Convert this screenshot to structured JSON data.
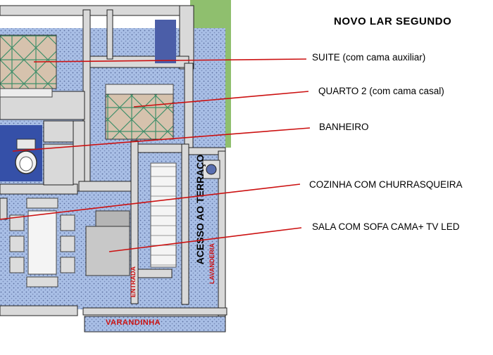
{
  "title": "NOVO LAR SEGUNDO",
  "callouts": [
    {
      "id": "suite",
      "text": "SUITE (com cama auxiliar)"
    },
    {
      "id": "quarto2",
      "text": "QUARTO 2 (com cama casal)"
    },
    {
      "id": "banheiro",
      "text": "BANHEIRO"
    },
    {
      "id": "cozinha",
      "text": "COZINHA COM CHURRASQUEIRA"
    },
    {
      "id": "sala",
      "text": "SALA COM SOFA CAMA+ TV LED"
    }
  ],
  "floor_labels": {
    "acesso": "ACESSO AO TERRAÇO",
    "entrada": "ENTRADA",
    "lavanderia": "LAVANDERIA",
    "varandinha": "VARANDINHA"
  },
  "colors": {
    "leader_line": "#cc1111",
    "floor_fill": "#a9bfe6",
    "wall": "#d9d9d9",
    "grass": "#8fbf6e",
    "label_red": "#cc1111"
  }
}
